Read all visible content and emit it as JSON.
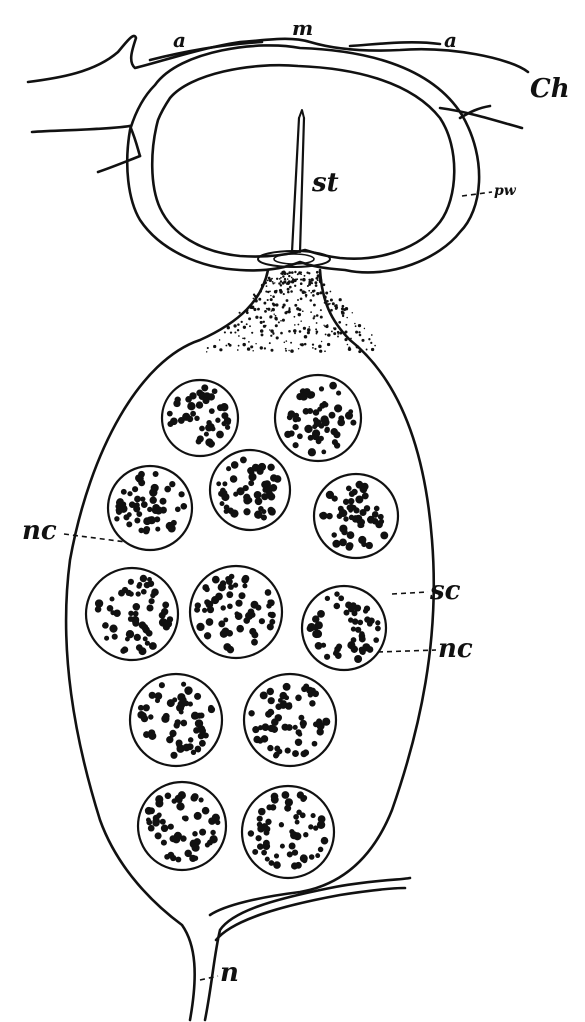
{
  "figure": {
    "ink_color": "#111111",
    "paper_color": "#ffffff",
    "labels": {
      "a_left": "a",
      "m": "m",
      "a_right": "a",
      "ch": "Ch",
      "st": "st",
      "pw": "pw",
      "nc_left": "nc",
      "sc": "sc",
      "nc_right": "nc",
      "n": "n"
    }
  }
}
